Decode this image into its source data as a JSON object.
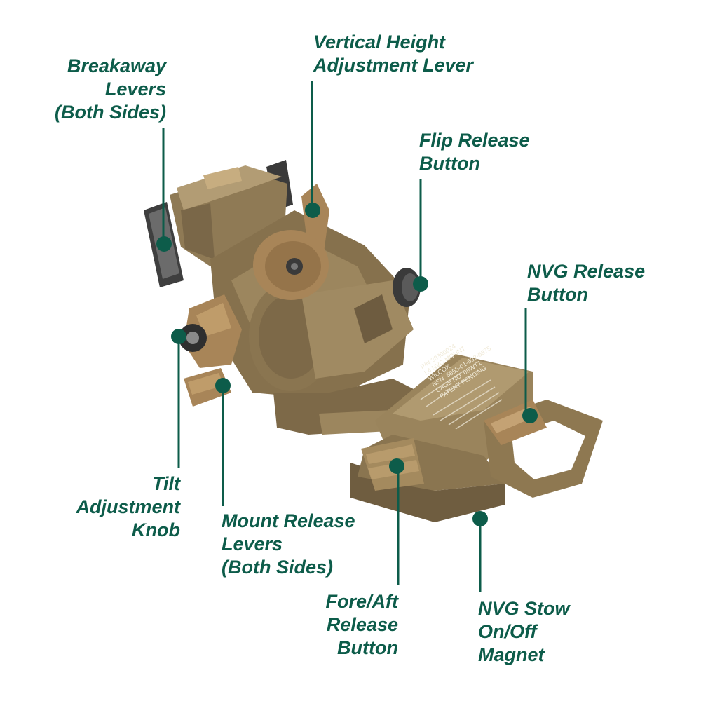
{
  "colors": {
    "label": "#0d5c4a",
    "mount_body": "#8f7a55",
    "mount_light": "#b29c74",
    "mount_dark": "#5f4f36",
    "knob": "#a88558",
    "steel": "#3a3a3a"
  },
  "labels": {
    "breakaway": [
      "Breakaway",
      "Levers",
      "(Both Sides)"
    ],
    "vertical": [
      "Vertical Height",
      "Adjustment Lever"
    ],
    "flip": [
      "Flip Release",
      "Button"
    ],
    "nvg_release": [
      "NVG Release",
      "Button"
    ],
    "tilt": [
      "Tilt",
      "Adjustment",
      "Knob"
    ],
    "mount_release": [
      "Mount Release",
      "Levers",
      "(Both Sides)"
    ],
    "fore_aft": [
      "Fore/Aft",
      "Release",
      "Button"
    ],
    "stow": [
      "NVG Stow",
      "On/Off",
      "Magnet"
    ]
  },
  "engraving": [
    "P/N 28300024",
    "L4 NVG MOUNT",
    "WILCOX",
    "NSN: 5855-01-532-5375",
    "CAGE NO. 08WT1",
    "PATENT PENDING"
  ]
}
